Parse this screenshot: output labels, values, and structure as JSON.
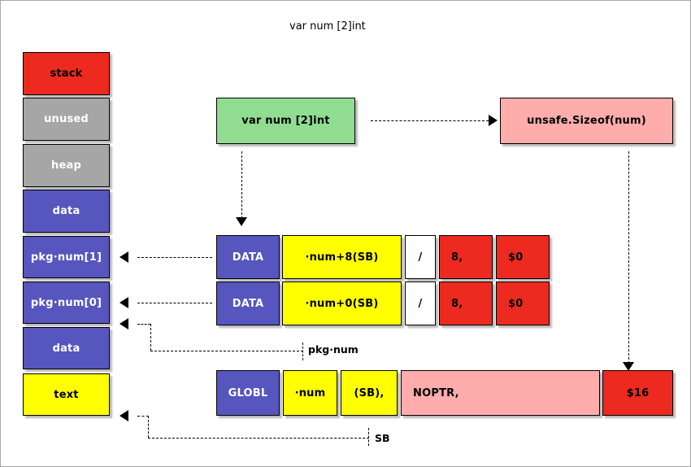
{
  "title": "var num [2]int",
  "colors": {
    "red": "#ec2a20",
    "gray": "#a6a6a6",
    "blue": "#5755be",
    "yellow": "#ffff00",
    "green": "#90dd92",
    "pink": "#ffacac",
    "white": "#ffffff",
    "border": "#000000",
    "text_dark": "#000000",
    "text_light": "#ffffff"
  },
  "memory_map": {
    "name": "process memory layout",
    "segments": [
      {
        "label": "stack",
        "color": "red",
        "text_color": "text_dark"
      },
      {
        "label": "unused",
        "color": "gray",
        "text_color": "text_light"
      },
      {
        "label": "heap",
        "color": "gray",
        "text_color": "text_light"
      },
      {
        "label": "data",
        "color": "blue",
        "text_color": "text_light"
      },
      {
        "label": "pkg·num[1]",
        "color": "blue",
        "text_color": "text_light"
      },
      {
        "label": "pkg·num[0]",
        "color": "blue",
        "text_color": "text_light"
      },
      {
        "label": "data",
        "color": "blue",
        "text_color": "text_light"
      },
      {
        "label": "text",
        "color": "yellow",
        "text_color": "text_dark"
      }
    ]
  },
  "decl_box": {
    "label": "var num [2]int"
  },
  "sizeof_box": {
    "label": "unsafe.Sizeof(num)"
  },
  "data_rows": [
    {
      "name": "data-directive-high",
      "cells": [
        {
          "label": "DATA",
          "color": "blue",
          "text_color": "text_light",
          "align": "center"
        },
        {
          "label": "·num+8(SB)",
          "color": "yellow",
          "text_color": "text_dark",
          "align": "center"
        },
        {
          "label": "/",
          "color": "white",
          "text_color": "text_dark",
          "align": "center"
        },
        {
          "label": "8,",
          "color": "red",
          "text_color": "text_dark",
          "align": "left"
        },
        {
          "label": "$0",
          "color": "red",
          "text_color": "text_dark",
          "align": "left"
        }
      ]
    },
    {
      "name": "data-directive-low",
      "cells": [
        {
          "label": "DATA",
          "color": "blue",
          "text_color": "text_light",
          "align": "center"
        },
        {
          "label": "·num+0(SB)",
          "color": "yellow",
          "text_color": "text_dark",
          "align": "center"
        },
        {
          "label": "/",
          "color": "white",
          "text_color": "text_dark",
          "align": "center"
        },
        {
          "label": "8,",
          "color": "red",
          "text_color": "text_dark",
          "align": "left"
        },
        {
          "label": "$0",
          "color": "red",
          "text_color": "text_dark",
          "align": "left"
        }
      ]
    }
  ],
  "globl_row": {
    "name": "globl-directive",
    "cells": [
      {
        "label": "GLOBL",
        "color": "blue",
        "text_color": "text_light",
        "align": "center"
      },
      {
        "label": "·num",
        "color": "yellow",
        "text_color": "text_dark",
        "align": "center"
      },
      {
        "label": "(SB),",
        "color": "yellow",
        "text_color": "text_dark",
        "align": "center"
      },
      {
        "label": "NOPTR,",
        "color": "pink",
        "text_color": "text_dark",
        "align": "left"
      },
      {
        "label": "$16",
        "color": "red",
        "text_color": "text_dark",
        "align": "center"
      }
    ]
  },
  "annotations": {
    "pkg_num": "pkg·num",
    "sb": "SB"
  }
}
